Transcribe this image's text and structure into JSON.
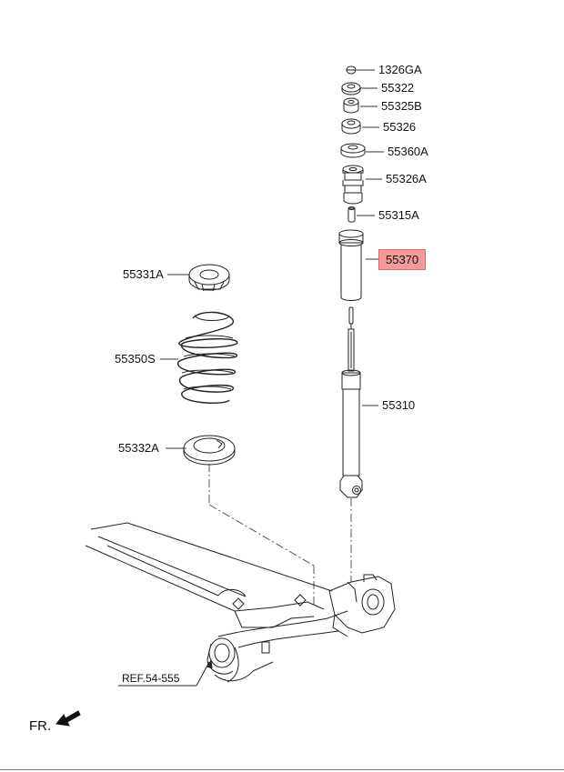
{
  "parts": [
    {
      "id": "p1326ga",
      "number": "1326GA"
    },
    {
      "id": "p55322",
      "number": "55322"
    },
    {
      "id": "p55325b",
      "number": "55325B"
    },
    {
      "id": "p55326",
      "number": "55326"
    },
    {
      "id": "p55360a",
      "number": "55360A"
    },
    {
      "id": "p55326a",
      "number": "55326A"
    },
    {
      "id": "p55315a",
      "number": "55315A"
    },
    {
      "id": "p55370",
      "number": "55370",
      "highlighted": true
    },
    {
      "id": "p55331a",
      "number": "55331A"
    },
    {
      "id": "p55350s",
      "number": "55350S"
    },
    {
      "id": "p55310",
      "number": "55310"
    },
    {
      "id": "p55332a",
      "number": "55332A"
    }
  ],
  "reference": "REF.54-555",
  "direction_label": "FR.",
  "highlight_color": "#f59a9a"
}
